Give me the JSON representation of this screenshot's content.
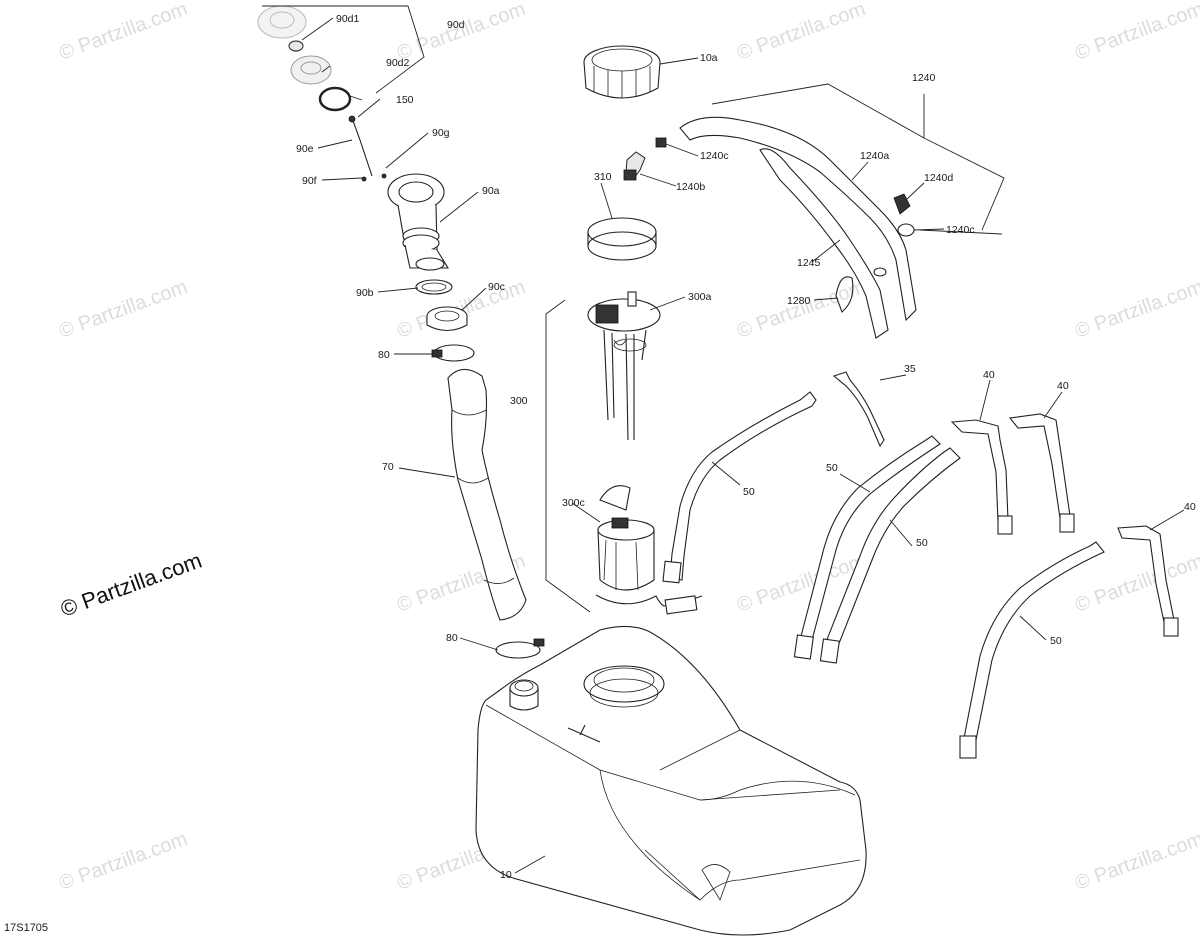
{
  "diagram": {
    "watermark": "© Partzilla.com",
    "main_watermark": "© Partzilla.com",
    "drawing_code": "17S1705",
    "callouts": {
      "c_90d1": "90d1",
      "c_90d": "90d",
      "c_90d2": "90d2",
      "c_150": "150",
      "c_90g": "90g",
      "c_90e": "90e",
      "c_90f": "90f",
      "c_90a": "90a",
      "c_90b": "90b",
      "c_90c": "90c",
      "c_80a": "80",
      "c_70": "70",
      "c_80b": "80",
      "c_10": "10",
      "c_10a": "10a",
      "c_1240c_a": "1240c",
      "c_1240b": "1240b",
      "c_310": "310",
      "c_300a": "300a",
      "c_300": "300",
      "c_300c": "300c",
      "c_1240": "1240",
      "c_1240a": "1240a",
      "c_1240d": "1240d",
      "c_1240c_b": "1240c",
      "c_1245": "1245",
      "c_1280": "1280",
      "c_35": "35",
      "c_40a": "40",
      "c_40b": "40",
      "c_40c": "40",
      "c_50a": "50",
      "c_50b": "50",
      "c_50c": "50",
      "c_50d": "50"
    }
  }
}
